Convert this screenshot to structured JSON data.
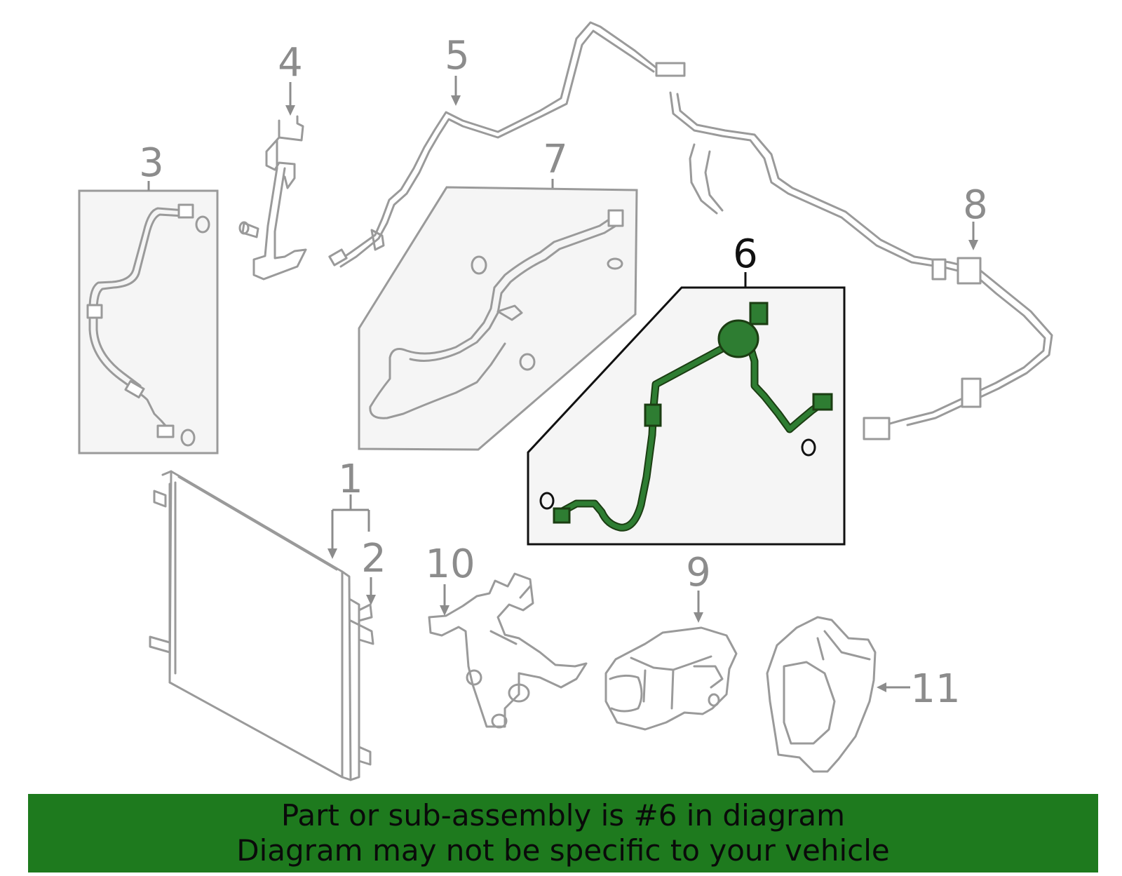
{
  "callouts": {
    "c1": "1",
    "c2": "2",
    "c3": "3",
    "c4": "4",
    "c5": "5",
    "c6": "6",
    "c7": "7",
    "c8": "8",
    "c9": "9",
    "c10": "10",
    "c11": "11"
  },
  "highlighted_part": "6",
  "colors": {
    "highlight": "#2e7d32",
    "banner": "#1e7a1e",
    "line": "#9a9a9a"
  },
  "banner": {
    "line1": "Part or sub-assembly is #6 in diagram",
    "line2": "Diagram may not be specific to your vehicle"
  }
}
